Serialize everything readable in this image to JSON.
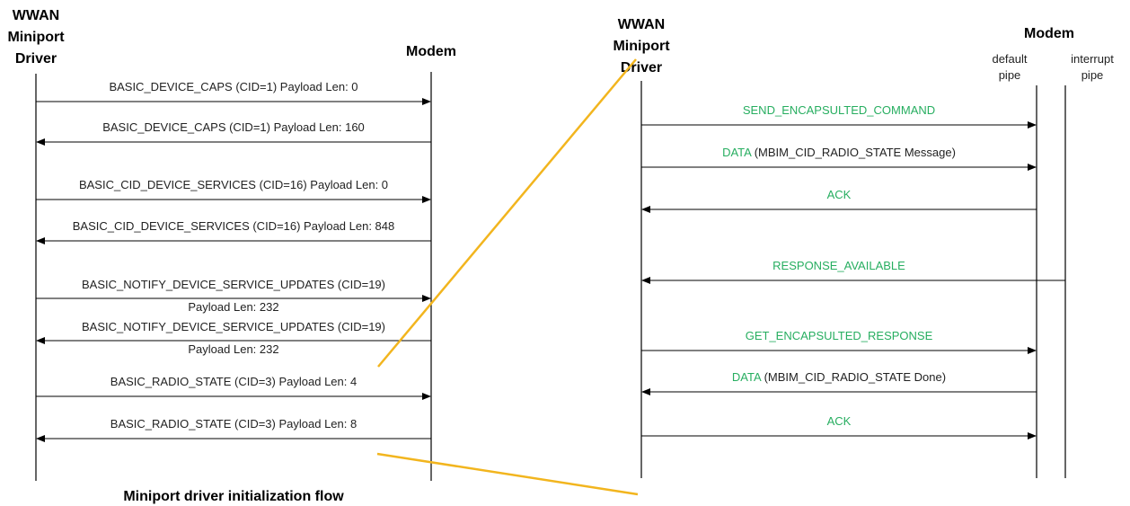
{
  "left": {
    "driver_header": [
      "WWAN",
      "Miniport",
      "Driver"
    ],
    "modem_header": "Modem",
    "messages": [
      {
        "lines": [
          "BASIC_DEVICE_CAPS (CID=1) Payload Len: 0"
        ],
        "dir": "right"
      },
      {
        "lines": [
          "BASIC_DEVICE_CAPS (CID=1) Payload Len: 160"
        ],
        "dir": "left"
      },
      {
        "lines": [
          "BASIC_CID_DEVICE_SERVICES (CID=16) Payload Len: 0"
        ],
        "dir": "right"
      },
      {
        "lines": [
          "BASIC_CID_DEVICE_SERVICES (CID=16) Payload Len: 848"
        ],
        "dir": "left"
      },
      {
        "lines": [
          "BASIC_NOTIFY_DEVICE_SERVICE_UPDATES (CID=19)",
          "Payload Len: 232"
        ],
        "dir": "right"
      },
      {
        "lines": [
          "BASIC_NOTIFY_DEVICE_SERVICE_UPDATES (CID=19)",
          "Payload Len: 232"
        ],
        "dir": "left"
      },
      {
        "lines": [
          "BASIC_RADIO_STATE (CID=3) Payload Len: 4"
        ],
        "dir": "right"
      },
      {
        "lines": [
          "BASIC_RADIO_STATE (CID=3) Payload Len: 8"
        ],
        "dir": "left"
      }
    ],
    "caption": "Miniport driver initialization flow"
  },
  "right": {
    "driver_header": [
      "WWAN",
      "Miniport",
      "Driver"
    ],
    "modem_header": "Modem",
    "default_pipe": [
      "default",
      "pipe"
    ],
    "interrupt_pipe": [
      "interrupt",
      "pipe"
    ],
    "messages": [
      {
        "parts": [
          {
            "text": "SEND_ENCAPSULTED_COMMAND",
            "green": true
          }
        ],
        "dir": "right",
        "from": "driver",
        "to": "default"
      },
      {
        "parts": [
          {
            "text": "DATA",
            "green": true
          },
          {
            "text": " (MBIM_CID_RADIO_STATE Message)",
            "green": false
          }
        ],
        "dir": "right",
        "from": "driver",
        "to": "default"
      },
      {
        "parts": [
          {
            "text": "ACK",
            "green": true
          }
        ],
        "dir": "left",
        "from": "default",
        "to": "driver"
      },
      {
        "parts": [
          {
            "text": "RESPONSE_AVAILABLE",
            "green": true
          }
        ],
        "dir": "left",
        "from": "interrupt",
        "to": "driver"
      },
      {
        "parts": [
          {
            "text": "GET_ENCAPSULTED_RESPONSE",
            "green": true
          }
        ],
        "dir": "right",
        "from": "driver",
        "to": "default"
      },
      {
        "parts": [
          {
            "text": "DATA",
            "green": true
          },
          {
            "text": " (MBIM_CID_RADIO_STATE Done)",
            "green": false
          }
        ],
        "dir": "left",
        "from": "default",
        "to": "driver"
      },
      {
        "parts": [
          {
            "text": "ACK",
            "green": true
          }
        ],
        "dir": "right",
        "from": "driver",
        "to": "default"
      }
    ]
  },
  "colors": {
    "green_text": "#27ae60",
    "zoom_line": "#f2b51e",
    "line": "#000000"
  }
}
